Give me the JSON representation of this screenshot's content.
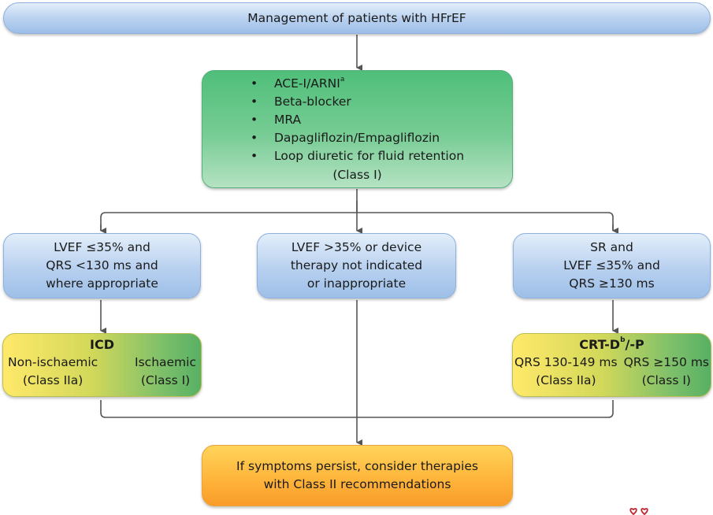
{
  "title": "Management of patients with HFrEF",
  "first_line": {
    "items": [
      {
        "text": "ACE-I/ARNI",
        "sup": "a"
      },
      {
        "text": "Beta-blocker",
        "sup": ""
      },
      {
        "text": "MRA",
        "sup": ""
      },
      {
        "text": "Dapagliflozin/Empagliflozin",
        "sup": ""
      },
      {
        "text": "Loop diuretic for fluid retention",
        "sup": ""
      }
    ],
    "class_note": "(Class I)"
  },
  "branches": {
    "left": [
      "LVEF ≤35% and",
      "QRS <130 ms and",
      "where appropriate"
    ],
    "middle": [
      "LVEF >35% or device",
      "therapy not indicated",
      "or inappropriate"
    ],
    "right": [
      "SR and",
      "LVEF ≤35% and",
      "QRS ≥130 ms"
    ]
  },
  "icd": {
    "title": "ICD",
    "left_col": [
      "Non-ischaemic",
      "(Class IIa)"
    ],
    "right_col": [
      "Ischaemic",
      "(Class I)"
    ]
  },
  "crt": {
    "title_a": "CRT-D",
    "title_sup": "b",
    "title_b": "/-P",
    "left_col": [
      "QRS 130-149 ms",
      "(Class IIa)"
    ],
    "right_col": [
      "QRS ≥150 ms",
      "(Class I)"
    ]
  },
  "final": [
    "If symptoms persist, consider therapies",
    "with Class II recommendations"
  ],
  "colors": {
    "blue": "#b7d0ef",
    "green": "#77cc94",
    "yellow": "#ffe96a",
    "orange": "#ffb53c",
    "connector": "#555555",
    "logo": "#c0262d"
  },
  "icons": {
    "logo": "esc-heart-logo"
  }
}
